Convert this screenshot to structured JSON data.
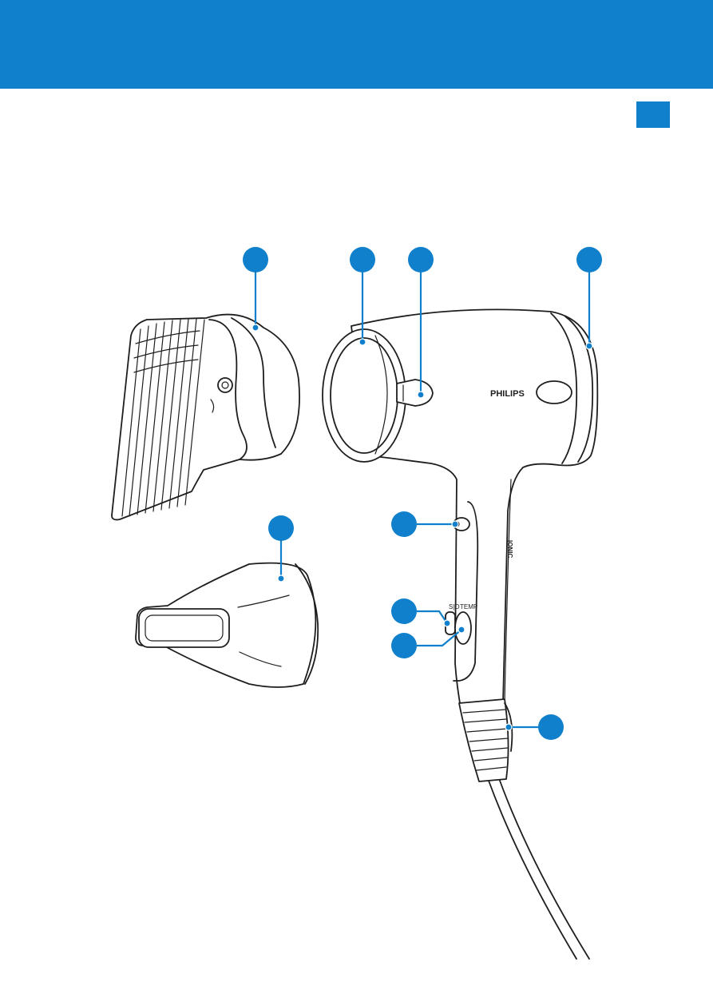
{
  "colors": {
    "accent": "#1180cc",
    "line_art": "#1e1e1e",
    "background": "#ffffff"
  },
  "product_text": {
    "brand": "PHILIPS",
    "handle_label": "IONIC",
    "temp_label": "TEMP"
  },
  "callouts": [
    {
      "id": "comb-attachment"
    },
    {
      "id": "air-outlet-ring"
    },
    {
      "id": "ion-outlet"
    },
    {
      "id": "air-inlet-grille"
    },
    {
      "id": "cool-shot-button"
    },
    {
      "id": "speed-switch"
    },
    {
      "id": "temperature-switch"
    },
    {
      "id": "hanging-loop"
    },
    {
      "id": "concentrator"
    }
  ]
}
